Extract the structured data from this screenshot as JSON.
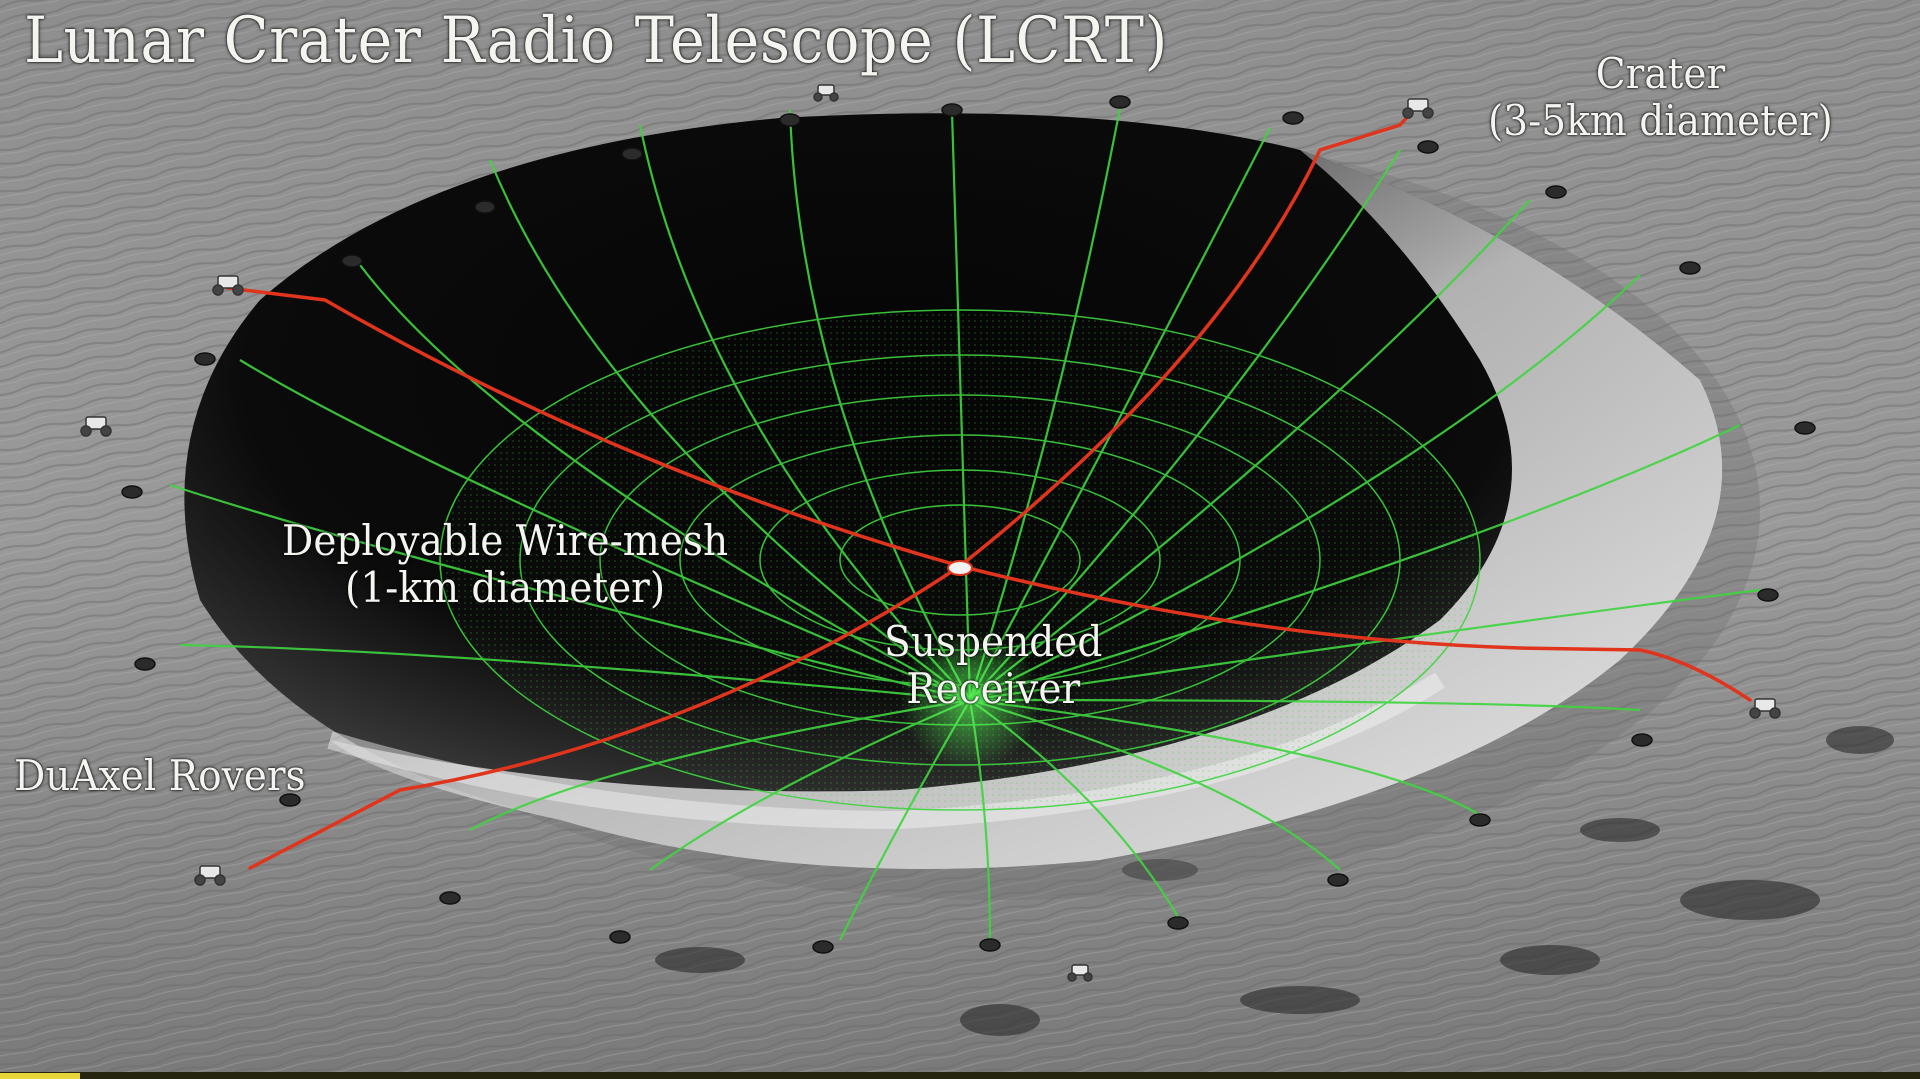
{
  "title": "Lunar Crater Radio Telescope (LCRT)",
  "annotations": {
    "crater": {
      "line1": "Crater",
      "line2": "(3-5km diameter)"
    },
    "mesh": {
      "line1": "Deployable Wire-mesh",
      "line2": "(1-km diameter)"
    },
    "receiver": {
      "line1": "Suspended",
      "line2": "Receiver"
    },
    "rovers": {
      "line1": "DuAxel Rovers"
    }
  },
  "colors": {
    "regolith": "#8a8a8a",
    "crater_shadow": "#050505",
    "mesh_wire": "#3fd43f",
    "suspension_cable": "#e0341c",
    "anchor": "#2a2a2a",
    "receiver": "#f2f2f2",
    "footer_bar": "#24240f",
    "footer_accent": "#e6d63a"
  },
  "icons": [
    "rover-icon",
    "anchor-icon",
    "receiver-icon"
  ]
}
